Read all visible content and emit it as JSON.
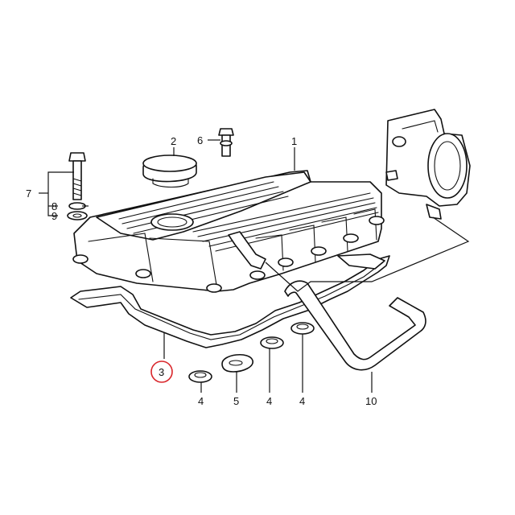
{
  "callouts": {
    "c1": "1",
    "c2": "2",
    "c3": "3",
    "c4a": "4",
    "c4b": "4",
    "c4c": "4",
    "c5": "5",
    "c6": "6",
    "c7": "7",
    "c8": "8",
    "c9": "9",
    "c10": "10"
  },
  "colors": {
    "highlight_circle": "#d9262b",
    "line": "#111111",
    "background": "#ffffff"
  }
}
